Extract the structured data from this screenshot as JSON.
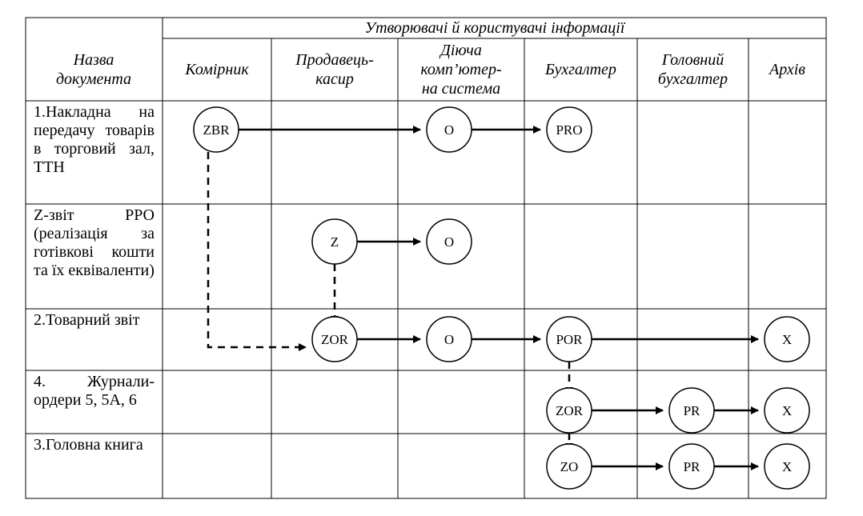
{
  "header": {
    "doc_name": "Назва\nдокумента",
    "group": "Утворювачі  й користувачі інформації",
    "roles": [
      "Комірник",
      "Продавець-\nкасир",
      "Діюча\nкомп’ютер-\nна  система",
      "Бухгалтер",
      "Головний\nбухгалтер",
      "Архів"
    ]
  },
  "rows": [
    {
      "doc": "1.Накладна на передачу товарів в торговий зал, ТТН"
    },
    {
      "doc": "Z-звіт РРО (реалізація за готівкові кошти та їх еквіваленти)"
    },
    {
      "doc": "2.Товарний звіт"
    },
    {
      "doc": "4. Журнали-ордери 5, 5А, 6"
    },
    {
      "doc": "3.Головна книга"
    }
  ],
  "nodes": [
    {
      "label": "ZBR",
      "row": 0,
      "col": 0
    },
    {
      "label": "O",
      "row": 0,
      "col": 2
    },
    {
      "label": "PRO",
      "row": 0,
      "col": 3
    },
    {
      "label": "Z",
      "row": 1,
      "col": 1
    },
    {
      "label": "O",
      "row": 1,
      "col": 2
    },
    {
      "label": "ZOR",
      "row": 2,
      "col": 1
    },
    {
      "label": "O",
      "row": 2,
      "col": 2
    },
    {
      "label": "POR",
      "row": 2,
      "col": 3
    },
    {
      "label": "X",
      "row": 2,
      "col": 5
    },
    {
      "label": "ZOR",
      "row": 3,
      "col": 3
    },
    {
      "label": "PR",
      "row": 3,
      "col": 4
    },
    {
      "label": "X",
      "row": 3,
      "col": 5
    },
    {
      "label": "ZO",
      "row": 4,
      "col": 3
    },
    {
      "label": "PR",
      "row": 4,
      "col": 4
    },
    {
      "label": "X",
      "row": 4,
      "col": 5
    }
  ],
  "flows": [
    {
      "from": 0,
      "to": 1,
      "style": "solid"
    },
    {
      "from": 1,
      "to": 2,
      "style": "solid"
    },
    {
      "from": 3,
      "to": 4,
      "style": "solid"
    },
    {
      "from": 5,
      "to": 6,
      "style": "solid"
    },
    {
      "from": 6,
      "to": 7,
      "style": "solid"
    },
    {
      "from": 7,
      "to": 8,
      "style": "solid"
    },
    {
      "from": 9,
      "to": 10,
      "style": "solid"
    },
    {
      "from": 10,
      "to": 11,
      "style": "solid"
    },
    {
      "from": 12,
      "to": 13,
      "style": "solid"
    },
    {
      "from": 13,
      "to": 14,
      "style": "solid"
    },
    {
      "from": 3,
      "to": 5,
      "style": "dashed"
    },
    {
      "from": 0,
      "to": 5,
      "style": "dashed"
    },
    {
      "from": 7,
      "to": 9,
      "style": "dashed"
    },
    {
      "from": 9,
      "to": 12,
      "style": "dashed"
    }
  ]
}
